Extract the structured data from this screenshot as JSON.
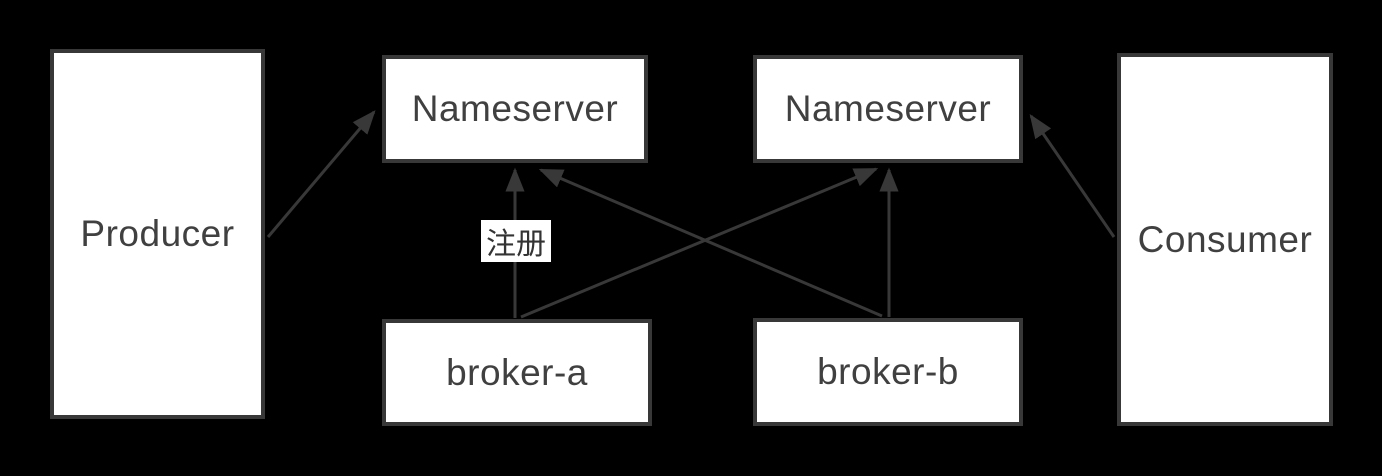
{
  "diagram": {
    "title_hint": "message-queue architecture diagram",
    "colors": {
      "background": "#000000",
      "box_fill": "#ffffff",
      "line": "#383838",
      "text": "#404040"
    },
    "nodes": {
      "producer": {
        "label": "Producer"
      },
      "nameserver_left": {
        "label": "Nameserver"
      },
      "nameserver_right": {
        "label": "Nameserver"
      },
      "broker_a": {
        "label": "broker-a"
      },
      "broker_b": {
        "label": "broker-b"
      },
      "consumer": {
        "label": "Consumer"
      }
    },
    "edge_label": {
      "register": "注册"
    },
    "edges": [
      {
        "from": "producer",
        "to": "nameserver_left"
      },
      {
        "from": "broker_a",
        "to": "nameserver_left",
        "label": "注册"
      },
      {
        "from": "broker_a",
        "to": "nameserver_right"
      },
      {
        "from": "broker_b",
        "to": "nameserver_left"
      },
      {
        "from": "broker_b",
        "to": "nameserver_right"
      },
      {
        "from": "consumer",
        "to": "nameserver_right"
      }
    ]
  }
}
